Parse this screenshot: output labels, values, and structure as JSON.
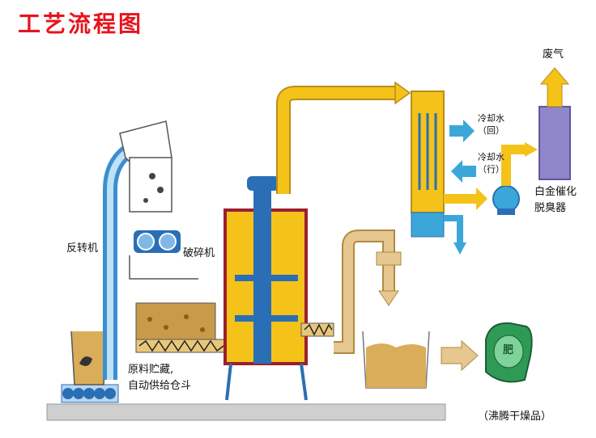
{
  "title": "工艺流程图",
  "labels": {
    "reversing_machine": "反转机",
    "crusher": "破碎机",
    "raw_storage_line1": "原料贮藏,",
    "raw_storage_line2": "自动供给仓斗",
    "cooling_water_return_1": "冷却水",
    "cooling_water_return_2": "（回）",
    "cooling_water_supply_1": "冷却水",
    "cooling_water_supply_2": "（行）",
    "platinum_catalyst_1": "白金催化",
    "platinum_catalyst_2": "脱臭器",
    "exhaust_gas": "废气",
    "product": "（沸腾干燥品）",
    "bag_text": "肥"
  },
  "colors": {
    "title": "#e8141c",
    "pipe_yellow": "#f5c21a",
    "pipe_tan": "#d9ad5a",
    "flow_blue": "#3ba7d9",
    "equipment_blue": "#2a6fb5",
    "dryer_red": "#9b1f2e",
    "material_brown": "#b8863a",
    "deodorizer_purple": "#8f87c9",
    "base_gray": "#cfcfcf",
    "bag_green": "#2f9a55"
  },
  "icons": [
    "hopper-icon",
    "conveyor-rollers-icon",
    "crusher-rollers-icon",
    "screw-conveyor-icon",
    "condenser-icon",
    "fan-icon",
    "arrow-icon",
    "fertilizer-bag-icon"
  ]
}
